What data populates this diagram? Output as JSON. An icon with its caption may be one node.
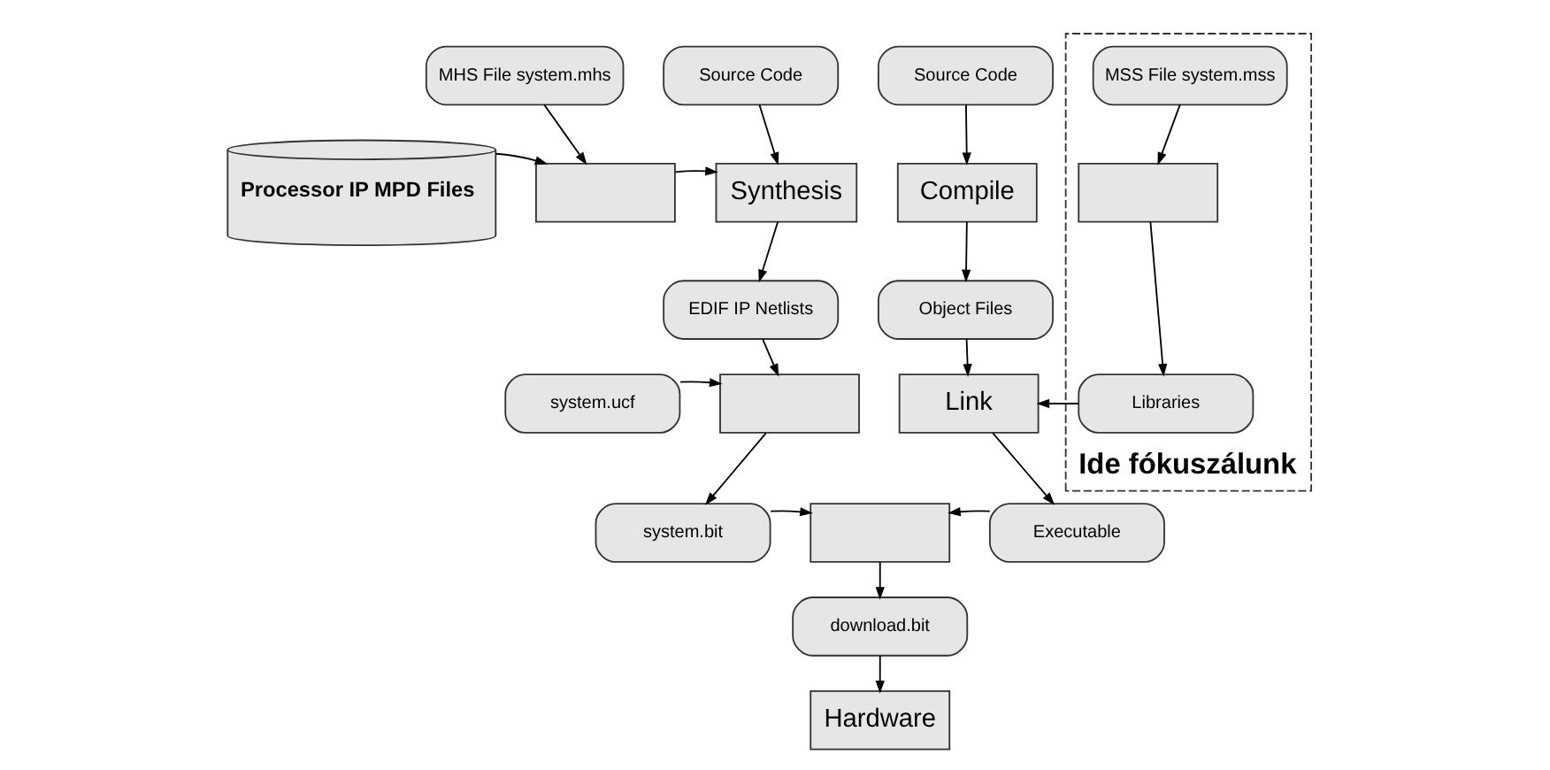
{
  "diagram": {
    "nodes": [
      {
        "text": [
          "MHS File system.mhs"
        ]
      },
      {
        "text": [
          "Source Code"
        ]
      },
      {
        "text": [],
        "shape": "box",
        "beside": [
          "Ide fókuszálunk"
        ]
      },
      {
        "text": [
          "Source Code"
        ]
      },
      {
        "text": [
          "MSS File system.mss"
        ],
        "in": 2
      },
      {
        "text": [
          "Processor IP MPD Files"
        ]
      },
      {
        "text": [],
        "shape": "box"
      },
      {
        "text": [
          "Synthesis"
        ]
      },
      {
        "text": [
          "Compile"
        ]
      },
      {
        "text": [],
        "shape": "box",
        "in": 2
      },
      {
        "text": [
          "EDIF IP Netlists"
        ]
      },
      {
        "text": [
          "Object Files"
        ]
      },
      {
        "text": [
          "system.ucf"
        ]
      },
      {
        "text": [],
        "shape": "box"
      },
      {
        "text": [
          "Link"
        ]
      },
      {
        "text": [
          "Libraries"
        ],
        "in": 2
      },
      {
        "text": [
          "system.bit"
        ]
      },
      {
        "text": [],
        "shape": "box"
      },
      {
        "text": [
          "Executable"
        ]
      },
      {
        "text": [
          "download.bit"
        ]
      },
      {
        "text": [
          "Hardware"
        ]
      }
    ],
    "edges": [
      {
        "from": 0,
        "to": 6,
        "arrow": "to"
      },
      {
        "from": 1,
        "to": 7,
        "arrow": "to"
      },
      {
        "from": 3,
        "to": 8,
        "arrow": "to"
      },
      {
        "from": 4,
        "to": 9,
        "arrow": "to"
      },
      {
        "from": 5,
        "to": 6,
        "arrow": "to"
      },
      {
        "from": 6,
        "to": 7,
        "arrow": "to"
      },
      {
        "from": 7,
        "to": 10,
        "arrow": "to"
      },
      {
        "from": 8,
        "to": 11,
        "arrow": "to"
      },
      {
        "from": 9,
        "to": 15,
        "arrow": "to"
      },
      {
        "from": 10,
        "to": 13,
        "arrow": "to"
      },
      {
        "from": 11,
        "to": 14,
        "arrow": "to"
      },
      {
        "from": 12,
        "to": 13,
        "arrow": "to"
      },
      {
        "from": 15,
        "to": 14,
        "arrow": "to"
      },
      {
        "from": 13,
        "to": 16,
        "arrow": "to"
      },
      {
        "from": 14,
        "to": 18,
        "arrow": "to"
      },
      {
        "from": 16,
        "to": 17,
        "arrow": "to"
      },
      {
        "from": 18,
        "to": 17,
        "arrow": "to"
      },
      {
        "from": 17,
        "to": 19,
        "arrow": "to"
      },
      {
        "from": 19,
        "to": 20,
        "arrow": "to"
      }
    ]
  }
}
